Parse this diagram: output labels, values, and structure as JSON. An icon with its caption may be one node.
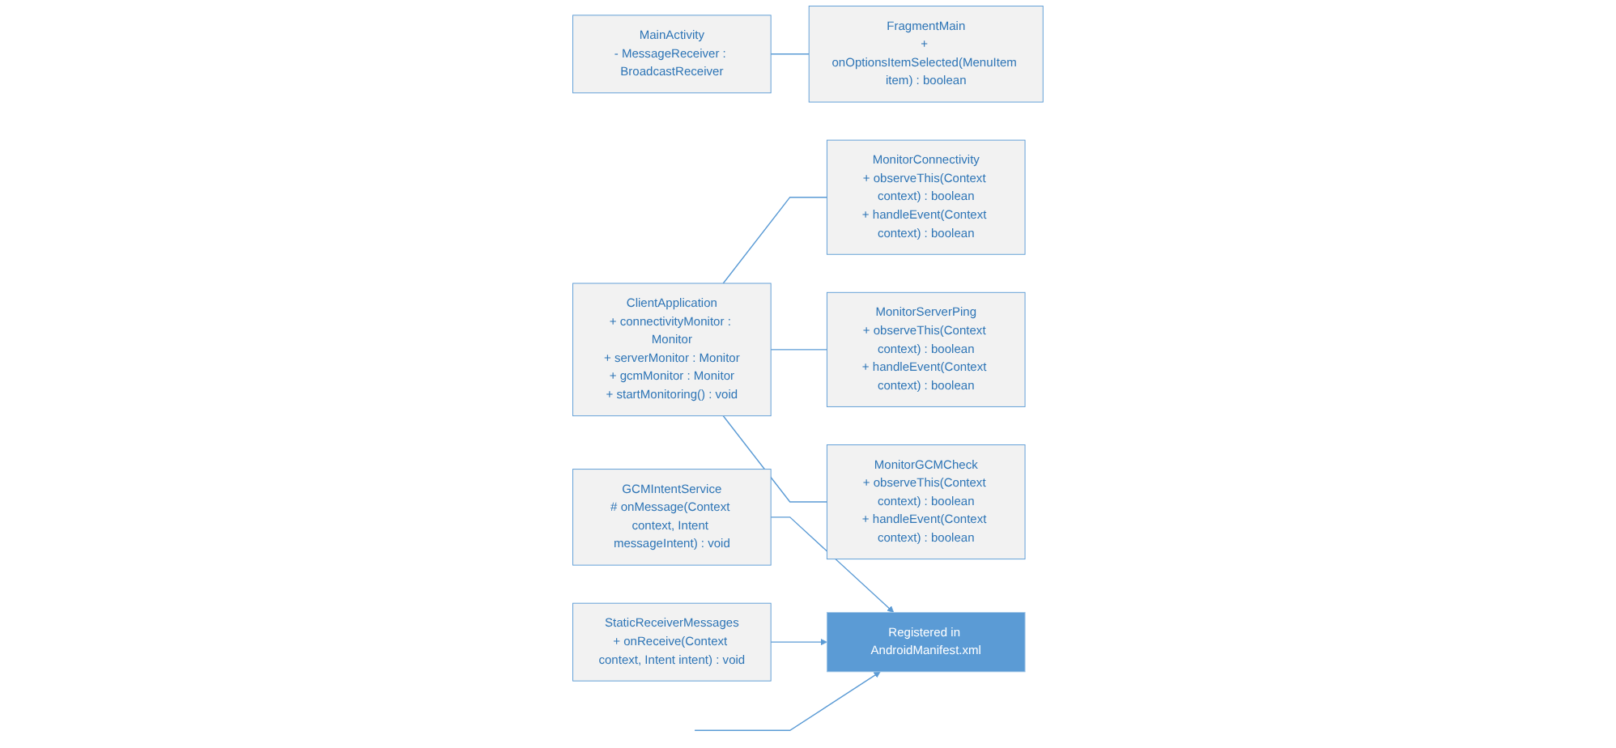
{
  "diagram": {
    "nodes": [
      {
        "text": [
          "MainActivity",
          "- MessageReceiver : BroadcastReceiver"
        ]
      },
      {
        "text": [
          "FragmentMain",
          "+ onOptionsItemSelected(MenuItem item) : boolean"
        ]
      },
      {
        "text": [
          "ClientApplication",
          "+ connectivityMonitor : Monitor",
          "+ serverMonitor : Monitor",
          "+ gcmMonitor : Monitor",
          "+ startMonitoring() : void"
        ]
      },
      {
        "text": [
          "MonitorConnectivity",
          "+ observeThis(Context context) : boolean",
          "+ handleEvent(Context context) : boolean"
        ]
      },
      {
        "text": [
          "MonitorServerPing",
          "+ observeThis(Context context) : boolean",
          "+ handleEvent(Context context) : boolean"
        ]
      },
      {
        "text": [
          "MonitorGCMCheck",
          "+ observeThis(Context context) : boolean",
          "+ handleEvent(Context context) : boolean"
        ]
      },
      {
        "text": [
          "GCMIntentService",
          "# onMessage(Context context, Intent messageIntent) : void"
        ]
      },
      {
        "text": [
          "StaticReceiverMessages",
          "+ onReceive(Context context, Intent intent) : void"
        ]
      },
      {
        "text": [
          "Registered in AndroidManifest.xml"
        ]
      }
    ],
    "edges": [
      {
        "from": 0,
        "to": 1,
        "arrow": "none"
      },
      {
        "from": 2,
        "to": 3,
        "arrow": "none"
      },
      {
        "from": 2,
        "to": 4,
        "arrow": "none"
      },
      {
        "from": 2,
        "to": 5,
        "arrow": "none"
      },
      {
        "from": 6,
        "to": 8,
        "arrow": "to"
      },
      {
        "from": 7,
        "to": 8,
        "arrow": "to"
      },
      {
        "from": null,
        "to": 8,
        "arrow": "to"
      }
    ]
  }
}
